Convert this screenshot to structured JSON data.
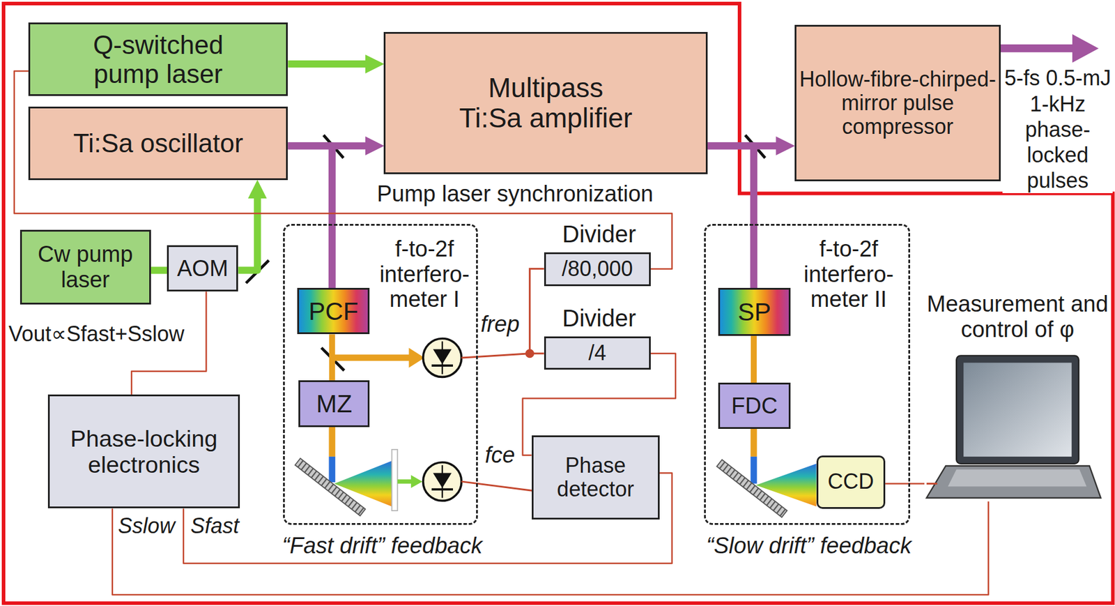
{
  "diagram": {
    "nodes": [
      {
        "text": [
          "Q-switched pump laser"
        ]
      },
      {
        "text": [
          "Ti:Sa oscillator"
        ]
      },
      {
        "text": [
          "Multipass Ti:Sa amplifier"
        ]
      },
      {
        "text": [
          "Hollow-fibre-chirped-mirror pulse compressor"
        ]
      },
      {
        "text": [
          "Cw pump laser"
        ]
      },
      {
        "text": [
          "AOM"
        ]
      },
      {
        "text": [
          "f-to-2f interfero-meter I",
          "“Fast drift” feedback"
        ]
      },
      {
        "text": [
          "PCF"
        ],
        "in": 6
      },
      {
        "text": [
          "MZ"
        ],
        "in": 6
      },
      {
        "text": [
          "Divider",
          "/80,000"
        ]
      },
      {
        "text": [
          "Divider",
          "/4"
        ]
      },
      {
        "text": [
          "Phase detector"
        ]
      },
      {
        "text": [
          "Phase-locking electronics"
        ]
      },
      {
        "text": [
          "f-to-2f interfero-meter II",
          "“Slow drift” feedback"
        ]
      },
      {
        "text": [
          "SP"
        ],
        "in": 13
      },
      {
        "text": [
          "FDC"
        ],
        "in": 13
      },
      {
        "text": [
          "CCD"
        ],
        "in": 13
      },
      {
        "text": [
          "Measurement and control of φ"
        ]
      }
    ],
    "edges": [
      {
        "from": 0,
        "to": 2,
        "arrow": "to"
      },
      {
        "from": 1,
        "to": 2,
        "arrow": "to"
      },
      {
        "from": 1,
        "to": 7,
        "arrow": "none"
      },
      {
        "from": 2,
        "to": 3,
        "arrow": "to"
      },
      {
        "from": 2,
        "to": 14,
        "arrow": "none"
      },
      {
        "from": 4,
        "to": 5,
        "arrow": "none"
      },
      {
        "from": 5,
        "to": 1,
        "arrow": "to"
      },
      {
        "from": 12,
        "to": 5,
        "arrow": "none"
      },
      {
        "from": 7,
        "to": 8,
        "arrow": "none"
      },
      {
        "from": 11,
        "to": 12,
        "arrow": "none"
      },
      {
        "from": 17,
        "to": 12,
        "arrow": "none"
      },
      {
        "from": 16,
        "to": 17,
        "arrow": "none"
      },
      {
        "from": 10,
        "to": 11,
        "arrow": "none"
      },
      {
        "from": 9,
        "to": 0,
        "arrow": "none"
      },
      {
        "from": 14,
        "to": 15,
        "arrow": "none"
      }
    ],
    "labels": [
      "Pump laser synchronization",
      "5-fs 0.5-mJ 1-kHz phase-locked pulses",
      "Vout∝Sfast+Sslow",
      "frep",
      "fce",
      "Sslow",
      "Sfast"
    ]
  }
}
